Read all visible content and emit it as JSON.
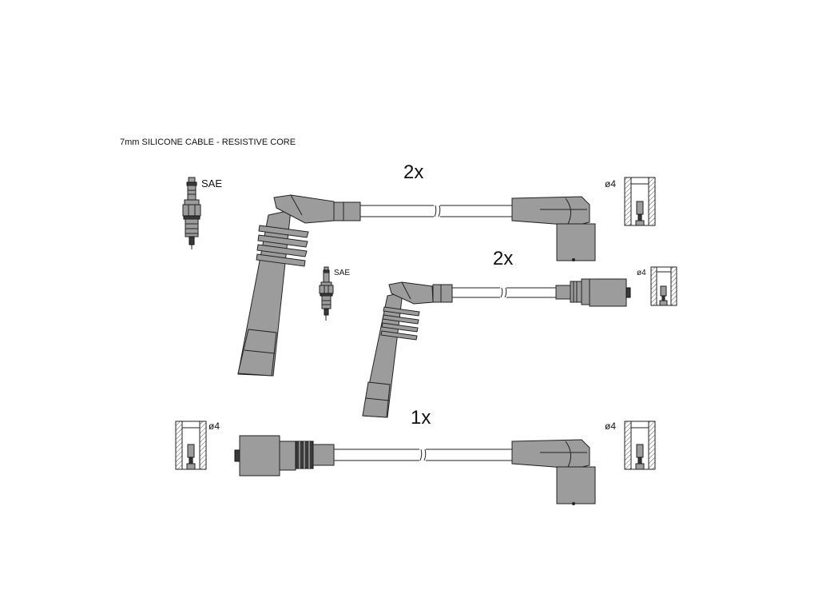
{
  "title": "7mm SILICONE CABLE - RESISTIVE CORE",
  "labels": {
    "sae_large": "SAE",
    "sae_small": "SAE",
    "qty_top": "2x",
    "qty_middle": "2x",
    "qty_bottom": "1x",
    "dia_top": "ø4",
    "dia_middle": "ø4",
    "dia_bottom_left": "ø4",
    "dia_bottom_right": "ø4"
  }
}
